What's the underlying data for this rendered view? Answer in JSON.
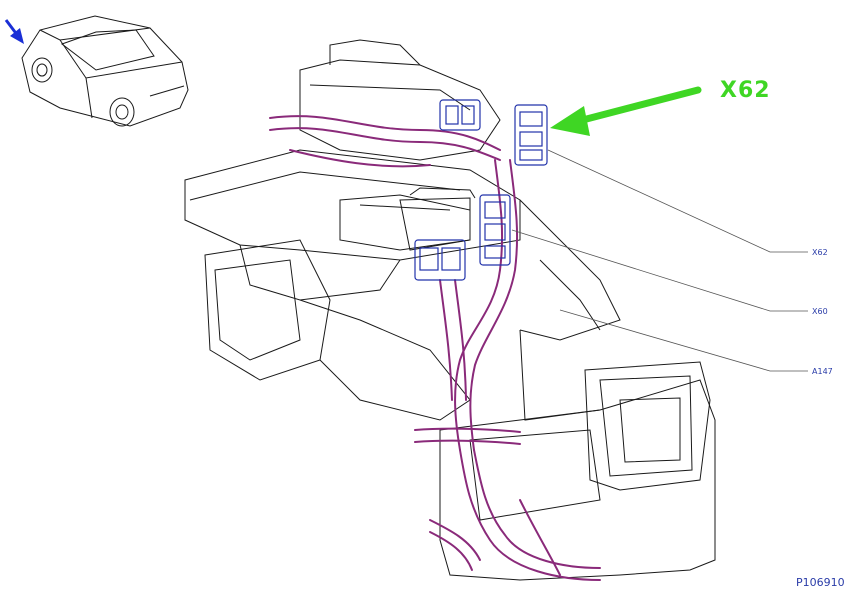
{
  "highlight": {
    "label": "X62",
    "color": "#3fd624"
  },
  "callouts": {
    "x62": "X62",
    "x60": "X60",
    "a147": "A147"
  },
  "reference_code": "P106910",
  "colors": {
    "outline": "#1a1a1a",
    "harness": "#8a2a7a",
    "connector": "#2233aa",
    "indicator_arrow": "#1a2fd6"
  },
  "icons": {
    "vehicle": "hatchback-car-icon",
    "pointer": "green-arrow-icon"
  }
}
